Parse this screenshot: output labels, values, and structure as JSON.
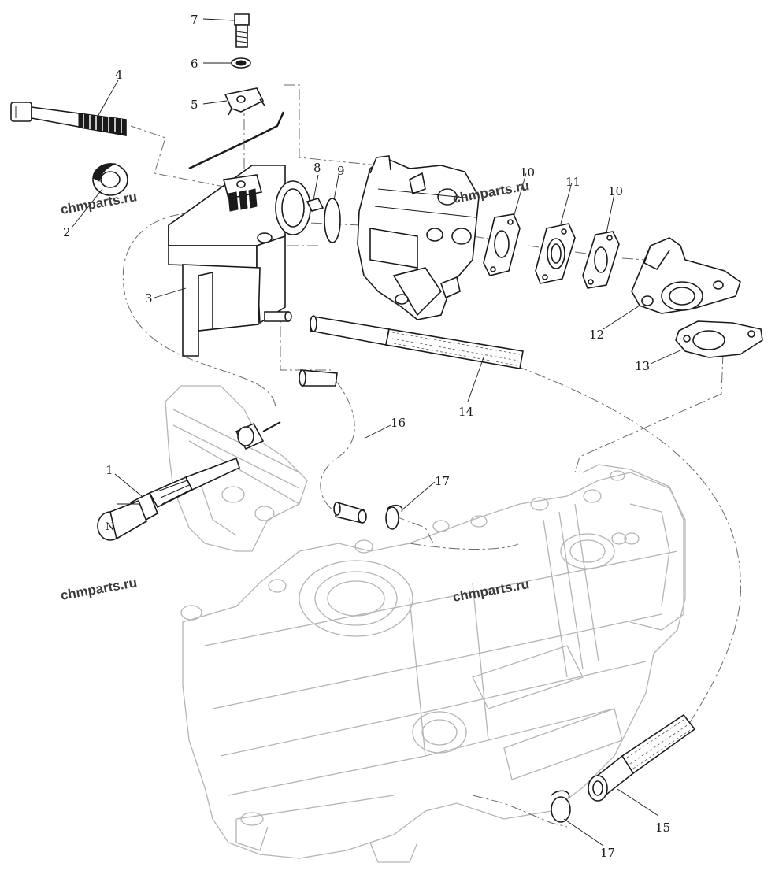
{
  "diagram": {
    "callouts": [
      "1",
      "2",
      "3",
      "4",
      "5",
      "6",
      "7",
      "8",
      "9",
      "10",
      "11",
      "10",
      "12",
      "13",
      "14",
      "15",
      "16",
      "17",
      "17"
    ],
    "watermarks": [
      "chmparts.ru",
      "chmparts.ru",
      "chmparts.ru",
      "chmparts.ru"
    ]
  },
  "parts": {
    "p1": "choke-knob",
    "p2": "grommet",
    "p3": "intake-silencer",
    "p4": "long-bolt",
    "p5": "bracket",
    "p6": "washer",
    "p7": "bolt",
    "p8": "nut",
    "p9": "o-ring",
    "p10": "gasket",
    "p11": "insulator",
    "p12": "intake-manifold",
    "p13": "manifold-gasket",
    "p14": "fuel-hose-braided",
    "p15": "fuel-hose-braided",
    "p16": "vent-hose",
    "p17": "hose-clip"
  }
}
